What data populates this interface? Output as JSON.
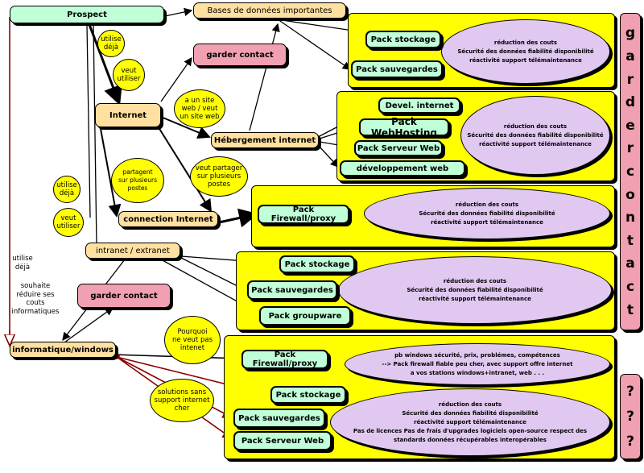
{
  "nodes": {
    "prospect": "Prospect",
    "bases": "Bases de données importantes",
    "garder_contact_top": "garder contact",
    "internet": "Internet",
    "hebergement": "Hébergement internet",
    "connection": "connection Internet",
    "intranet": "intranet / extranet",
    "garder_contact_mid": "garder contact",
    "informatique": "informatique/windows"
  },
  "bubbles": {
    "utilise_deja_1": [
      "utilise",
      "déjà"
    ],
    "veut_utiliser_1": [
      "veut",
      "utiliser"
    ],
    "site_web": [
      "a un site",
      "web / veut",
      "un site web"
    ],
    "partagent": [
      "partagent",
      "sur plusieurs",
      "postes"
    ],
    "partager": [
      "veut partager",
      "sur plusieurs",
      "postes"
    ],
    "utilise_deja_2": [
      "utilise",
      "déjà"
    ],
    "veut_utiliser_2": [
      "veut",
      "utiliser"
    ],
    "pourquoi": [
      "Pourquoi",
      "ne veut pas",
      "intenet"
    ],
    "solutions": [
      "solutions sans",
      "support internet",
      "cher"
    ]
  },
  "notes": {
    "utilise_deja_3": [
      "utilise",
      "déjà"
    ],
    "souhaite": [
      "souhaite",
      "réduire ses",
      "couts",
      "informatiques"
    ]
  },
  "packs": {
    "p1_stockage": "Pack stockage",
    "p1_sauvegardes": "Pack sauvegardes",
    "p2_devel": "Devel. internet",
    "p2_webhosting": "Pack WebHosting",
    "p2_serveur": "Pack Serveur Web",
    "p2_dev": "développement web",
    "p3_firewall": "Pack Firewall/proxy",
    "p4_stockage": "Pack stockage",
    "p4_sauvegardes": "Pack sauvegardes",
    "p4_groupware": "Pack groupware",
    "p5_firewall": "Pack Firewall/proxy",
    "p5_stockage": "Pack stockage",
    "p5_sauvegardes": "Pack sauvegardes",
    "p5_serveur": "Pack Serveur Web"
  },
  "ellipses": {
    "standard": [
      "réduction des couts",
      "Sécurité des données fiabilité disponibilité",
      "réactivité support télémaintenance"
    ],
    "windows": [
      "pb windows sécurité, prix, problémes, compétences",
      "--> Pack firewall fiable peu cher, avec support offre internet",
      "a vos stations windows+intranet, web . . ."
    ],
    "opensource": [
      "réduction des couts",
      "Sécurité des données fiabilité disponibilité",
      "réactivité support télémaintenance",
      "Pas de licences Pas de frais d'upgrades logiciels open-source respect des",
      "standards données récupérables interopérables"
    ]
  },
  "sidebar": {
    "garder_contact": [
      "g",
      "a",
      "r",
      "d",
      "e",
      "r",
      "c",
      "o",
      "n",
      "t",
      "a",
      "c",
      "t"
    ],
    "questions": [
      "?",
      "?",
      "?"
    ]
  },
  "colors": {
    "panel": "#ffff00",
    "pack": "#c0ffd8",
    "node": "#ffe0a0",
    "highlight": "#f0a0b0",
    "ellipse": "#e0c8f0",
    "dark_red": "#8b0000"
  }
}
